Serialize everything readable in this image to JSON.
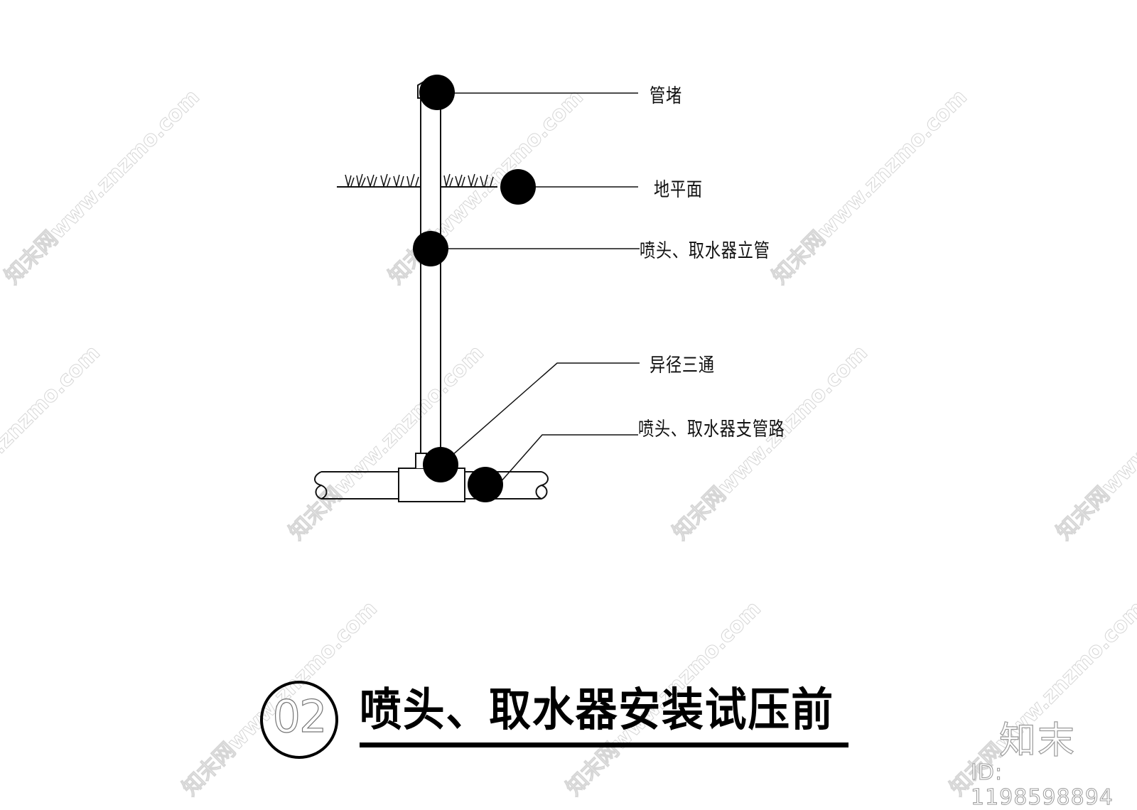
{
  "diagram": {
    "title": "喷头、取水器安装试压前",
    "number": "02",
    "labels": [
      {
        "id": "pipe_cap",
        "text": "管堵"
      },
      {
        "id": "ground_level",
        "text": "地平面"
      },
      {
        "id": "riser",
        "text": "喷头、取水器立管"
      },
      {
        "id": "reducing_tee",
        "text": "异径三通"
      },
      {
        "id": "branch_pipe",
        "text": "喷头、取水器支管路"
      }
    ],
    "components": [
      "pipe cap",
      "riser pipe",
      "grass / ground line",
      "reducing tee fitting",
      "horizontal branch pipe with break symbols"
    ],
    "markers": [
      "black-dot-cap",
      "black-dot-ground",
      "black-dot-riser",
      "black-dot-tee",
      "black-dot-branch"
    ]
  },
  "branding": {
    "logo_text": "知末",
    "id_text": "ID: 1198598894",
    "watermark_text": "知末网www.znzmo.com"
  },
  "colors": {
    "line": "#111111",
    "marker": "#000000",
    "watermark": "#d6d6d6",
    "background": "#ffffff"
  }
}
